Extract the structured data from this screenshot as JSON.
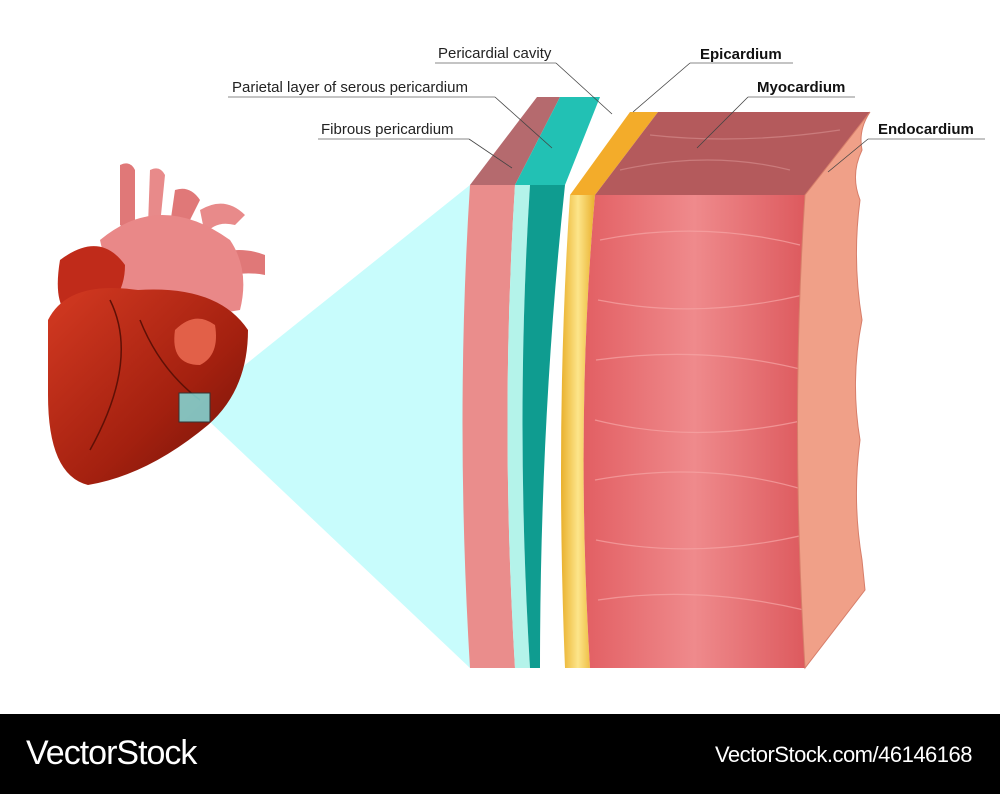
{
  "labels": {
    "pericardial_cavity": "Pericardial cavity",
    "parietal_layer": "Parietal layer of serous pericardium",
    "fibrous_pericardium": "Fibrous pericardium",
    "epicardium": "Epicardium",
    "myocardium": "Myocardium",
    "endocardium": "Endocardium"
  },
  "colors": {
    "fibrous": "#e98a8a",
    "parietal_light": "#a8f0e6",
    "parietal_teal": "#0e9a90",
    "epicardium": "#f5c24a",
    "myocardium": "#e46a6e",
    "endocardium": "#f0a088",
    "magnifier": "#c8fcfc",
    "heart": "#b3261a"
  },
  "footer": {
    "brand": "VectorStock",
    "image_id": "VectorStock.com/46146168"
  }
}
